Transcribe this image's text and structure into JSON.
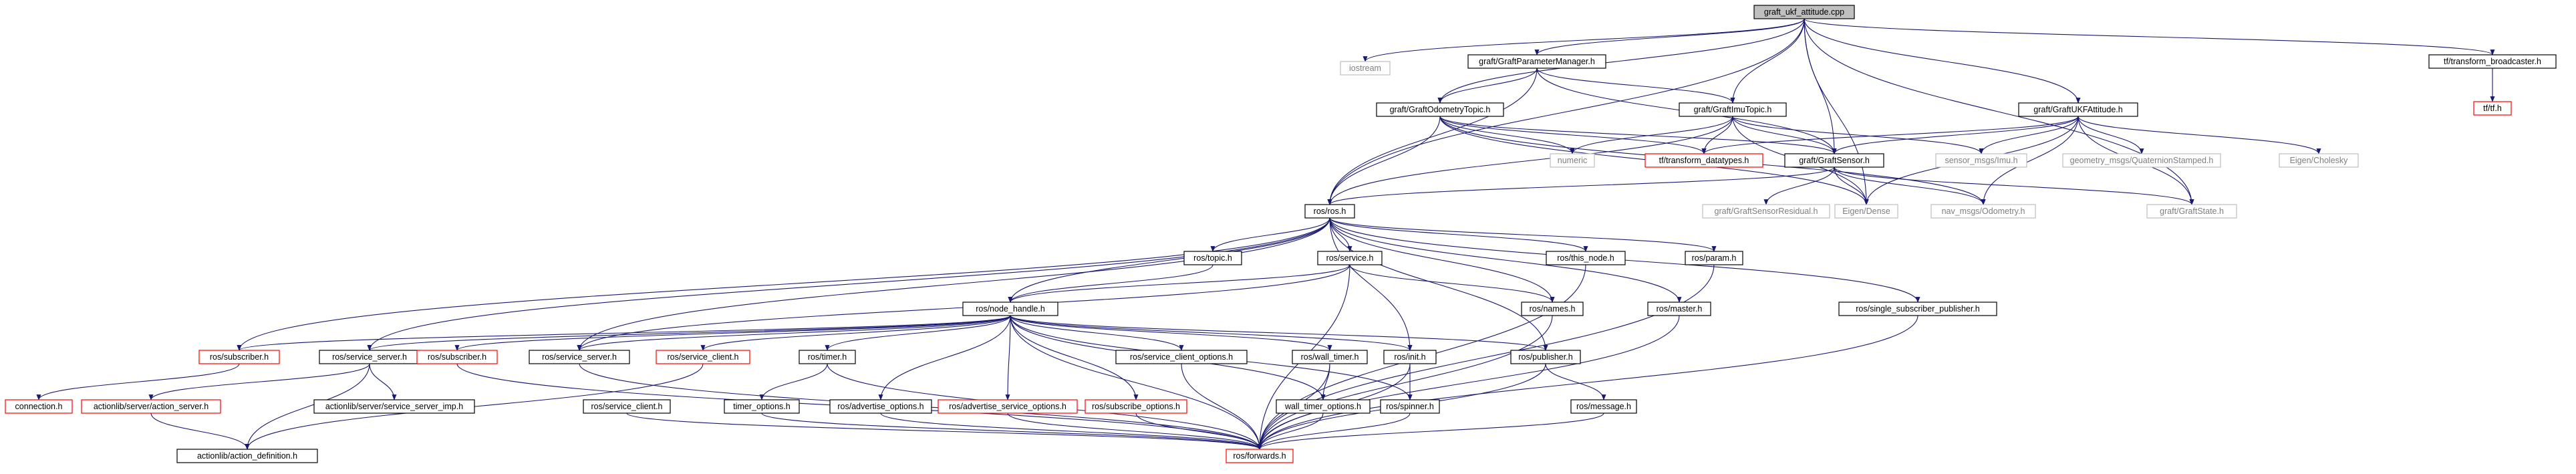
{
  "colors": {
    "edge": "#191970",
    "normal_border": "#000000",
    "missing_border": "#ff0000",
    "external_border": "#bfbfbf",
    "root_fill": "#bfbfbf",
    "external_text": "#7f7f7f",
    "text": "#000000"
  },
  "nodes": [
    {
      "id": "n_root",
      "label": "graft_ukf_attitude.cpp",
      "kind": "root"
    },
    {
      "id": "n_iostream",
      "label": "iostream",
      "kind": "external"
    },
    {
      "id": "n_pm",
      "label": "graft/GraftParameterManager.h",
      "kind": "normal"
    },
    {
      "id": "n_tfbc",
      "label": "tf/transform_broadcaster.h",
      "kind": "normal"
    },
    {
      "id": "n_tfh",
      "label": "tf/tf.h",
      "kind": "missing"
    },
    {
      "id": "n_odomtopic",
      "label": "graft/GraftOdometryTopic.h",
      "kind": "normal"
    },
    {
      "id": "n_imutopic",
      "label": "graft/GraftImuTopic.h",
      "kind": "normal"
    },
    {
      "id": "n_ukfatt",
      "label": "graft/GraftUKFAttitude.h",
      "kind": "normal"
    },
    {
      "id": "n_numeric",
      "label": "numeric",
      "kind": "external"
    },
    {
      "id": "n_tfdt",
      "label": "tf/transform_datatypes.h",
      "kind": "missing"
    },
    {
      "id": "n_sensor",
      "label": "graft/GraftSensor.h",
      "kind": "normal"
    },
    {
      "id": "n_imu",
      "label": "sensor_msgs/Imu.h",
      "kind": "external"
    },
    {
      "id": "n_quat",
      "label": "geometry_msgs/QuaternionStamped.h",
      "kind": "external"
    },
    {
      "id": "n_chol",
      "label": "Eigen/Cholesky",
      "kind": "external"
    },
    {
      "id": "n_rosh",
      "label": "ros/ros.h",
      "kind": "normal"
    },
    {
      "id": "n_residual",
      "label": "graft/GraftSensorResidual.h",
      "kind": "external"
    },
    {
      "id": "n_eigdense",
      "label": "Eigen/Dense",
      "kind": "external"
    },
    {
      "id": "n_odom",
      "label": "nav_msgs/Odometry.h",
      "kind": "external"
    },
    {
      "id": "n_state",
      "label": "graft/GraftState.h",
      "kind": "external"
    },
    {
      "id": "n_topic",
      "label": "ros/topic.h",
      "kind": "normal"
    },
    {
      "id": "n_service",
      "label": "ros/service.h",
      "kind": "normal"
    },
    {
      "id": "n_thisnode",
      "label": "ros/this_node.h",
      "kind": "normal"
    },
    {
      "id": "n_param",
      "label": "ros/param.h",
      "kind": "normal"
    },
    {
      "id": "n_nodehandle",
      "label": "ros/node_handle.h",
      "kind": "normal"
    },
    {
      "id": "n_names",
      "label": "ros/names.h",
      "kind": "normal"
    },
    {
      "id": "n_master",
      "label": "ros/master.h",
      "kind": "normal"
    },
    {
      "id": "n_ssp",
      "label": "ros/single_subscriber_publisher.h",
      "kind": "normal"
    },
    {
      "id": "n_sub1",
      "label": "ros/subscriber.h",
      "kind": "missing"
    },
    {
      "id": "n_srvsrv1",
      "label": "ros/service_server.h",
      "kind": "normal"
    },
    {
      "id": "n_sub2",
      "label": "ros/subscriber.h",
      "kind": "missing"
    },
    {
      "id": "n_srvsrv2",
      "label": "ros/service_server.h",
      "kind": "normal"
    },
    {
      "id": "n_srvcli1",
      "label": "ros/service_client.h",
      "kind": "missing"
    },
    {
      "id": "n_timer",
      "label": "ros/timer.h",
      "kind": "normal"
    },
    {
      "id": "n_sco",
      "label": "ros/service_client_options.h",
      "kind": "normal"
    },
    {
      "id": "n_walltimer",
      "label": "ros/wall_timer.h",
      "kind": "normal"
    },
    {
      "id": "n_init",
      "label": "ros/init.h",
      "kind": "normal"
    },
    {
      "id": "n_publisher",
      "label": "ros/publisher.h",
      "kind": "normal"
    },
    {
      "id": "n_connection",
      "label": "connection.h",
      "kind": "missing"
    },
    {
      "id": "n_alas",
      "label": "actionlib/server/action_server.h",
      "kind": "missing"
    },
    {
      "id": "n_alssimp",
      "label": "actionlib/server/service_server_imp.h",
      "kind": "normal"
    },
    {
      "id": "n_srvcli2",
      "label": "ros/service_client.h",
      "kind": "normal"
    },
    {
      "id": "n_timeropt",
      "label": "timer_options.h",
      "kind": "normal"
    },
    {
      "id": "n_advopt",
      "label": "ros/advertise_options.h",
      "kind": "normal"
    },
    {
      "id": "n_advsrvopt",
      "label": "ros/advertise_service_options.h",
      "kind": "missing"
    },
    {
      "id": "n_subopt",
      "label": "ros/subscribe_options.h",
      "kind": "missing"
    },
    {
      "id": "n_wtopt",
      "label": "wall_timer_options.h",
      "kind": "normal"
    },
    {
      "id": "n_spinner",
      "label": "ros/spinner.h",
      "kind": "normal"
    },
    {
      "id": "n_message",
      "label": "ros/message.h",
      "kind": "normal"
    },
    {
      "id": "n_aldef",
      "label": "actionlib/action_definition.h",
      "kind": "normal"
    },
    {
      "id": "n_forwards",
      "label": "ros/forwards.h",
      "kind": "missing"
    }
  ],
  "edges": [
    [
      "n_root",
      "n_iostream"
    ],
    [
      "n_root",
      "n_pm"
    ],
    [
      "n_root",
      "n_tfbc"
    ],
    [
      "n_root",
      "n_odomtopic"
    ],
    [
      "n_root",
      "n_imutopic"
    ],
    [
      "n_root",
      "n_ukfatt"
    ],
    [
      "n_root",
      "n_rosh"
    ],
    [
      "n_root",
      "n_sensor"
    ],
    [
      "n_root",
      "n_eigdense"
    ],
    [
      "n_root",
      "n_state"
    ],
    [
      "n_tfbc",
      "n_tfh"
    ],
    [
      "n_pm",
      "n_rosh"
    ],
    [
      "n_pm",
      "n_odomtopic"
    ],
    [
      "n_pm",
      "n_imutopic"
    ],
    [
      "n_pm",
      "n_sensor"
    ],
    [
      "n_odomtopic",
      "n_rosh"
    ],
    [
      "n_odomtopic",
      "n_numeric"
    ],
    [
      "n_odomtopic",
      "n_tfdt"
    ],
    [
      "n_odomtopic",
      "n_sensor"
    ],
    [
      "n_odomtopic",
      "n_eigdense"
    ],
    [
      "n_odomtopic",
      "n_odom"
    ],
    [
      "n_imutopic",
      "n_rosh"
    ],
    [
      "n_imutopic",
      "n_numeric"
    ],
    [
      "n_imutopic",
      "n_tfdt"
    ],
    [
      "n_imutopic",
      "n_sensor"
    ],
    [
      "n_imutopic",
      "n_imu"
    ],
    [
      "n_imutopic",
      "n_eigdense"
    ],
    [
      "n_ukfatt",
      "n_sensor"
    ],
    [
      "n_ukfatt",
      "n_tfdt"
    ],
    [
      "n_ukfatt",
      "n_imu"
    ],
    [
      "n_ukfatt",
      "n_quat"
    ],
    [
      "n_ukfatt",
      "n_chol"
    ],
    [
      "n_ukfatt",
      "n_state"
    ],
    [
      "n_ukfatt",
      "n_eigdense"
    ],
    [
      "n_ukfatt",
      "n_odom"
    ],
    [
      "n_sensor",
      "n_rosh"
    ],
    [
      "n_sensor",
      "n_residual"
    ],
    [
      "n_sensor",
      "n_eigdense"
    ],
    [
      "n_sensor",
      "n_odom"
    ],
    [
      "n_sensor",
      "n_state"
    ],
    [
      "n_rosh",
      "n_topic"
    ],
    [
      "n_rosh",
      "n_service"
    ],
    [
      "n_rosh",
      "n_thisnode"
    ],
    [
      "n_rosh",
      "n_param"
    ],
    [
      "n_rosh",
      "n_nodehandle"
    ],
    [
      "n_rosh",
      "n_names"
    ],
    [
      "n_rosh",
      "n_master"
    ],
    [
      "n_rosh",
      "n_ssp"
    ],
    [
      "n_rosh",
      "n_sub1"
    ],
    [
      "n_rosh",
      "n_srvsrv1"
    ],
    [
      "n_rosh",
      "n_srvsrv2"
    ],
    [
      "n_rosh",
      "n_init"
    ],
    [
      "n_rosh",
      "n_publisher"
    ],
    [
      "n_topic",
      "n_nodehandle"
    ],
    [
      "n_service",
      "n_nodehandle"
    ],
    [
      "n_service",
      "n_names"
    ],
    [
      "n_service",
      "n_forwards"
    ],
    [
      "n_service",
      "n_srvsrv2"
    ],
    [
      "n_thisnode",
      "n_forwards"
    ],
    [
      "n_param",
      "n_forwards"
    ],
    [
      "n_master",
      "n_forwards"
    ],
    [
      "n_ssp",
      "n_forwards"
    ],
    [
      "n_names",
      "n_forwards"
    ],
    [
      "n_nodehandle",
      "n_sub1"
    ],
    [
      "n_nodehandle",
      "n_srvsrv1"
    ],
    [
      "n_nodehandle",
      "n_sub2"
    ],
    [
      "n_nodehandle",
      "n_srvsrv2"
    ],
    [
      "n_nodehandle",
      "n_srvcli1"
    ],
    [
      "n_nodehandle",
      "n_timer"
    ],
    [
      "n_nodehandle",
      "n_sco"
    ],
    [
      "n_nodehandle",
      "n_walltimer"
    ],
    [
      "n_nodehandle",
      "n_init"
    ],
    [
      "n_nodehandle",
      "n_publisher"
    ],
    [
      "n_nodehandle",
      "n_advopt"
    ],
    [
      "n_nodehandle",
      "n_advsrvopt"
    ],
    [
      "n_nodehandle",
      "n_subopt"
    ],
    [
      "n_nodehandle",
      "n_spinner"
    ],
    [
      "n_nodehandle",
      "n_forwards"
    ],
    [
      "n_nodehandle",
      "n_wtopt"
    ],
    [
      "n_sub1",
      "n_connection"
    ],
    [
      "n_srvsrv1",
      "n_alas"
    ],
    [
      "n_srvsrv1",
      "n_alssimp"
    ],
    [
      "n_srvsrv1",
      "n_aldef"
    ],
    [
      "n_alas",
      "n_aldef"
    ],
    [
      "n_sub2",
      "n_forwards"
    ],
    [
      "n_srvsrv2",
      "n_forwards"
    ],
    [
      "n_srvcli1",
      "n_aldef"
    ],
    [
      "n_timer",
      "n_timeropt"
    ],
    [
      "n_timer",
      "n_forwards"
    ],
    [
      "n_sco",
      "n_forwards"
    ],
    [
      "n_walltimer",
      "n_wtopt"
    ],
    [
      "n_walltimer",
      "n_forwards"
    ],
    [
      "n_init",
      "n_spinner"
    ],
    [
      "n_init",
      "n_forwards"
    ],
    [
      "n_publisher",
      "n_message"
    ],
    [
      "n_publisher",
      "n_forwards"
    ],
    [
      "n_srvcli2",
      "n_forwards"
    ],
    [
      "n_timeropt",
      "n_forwards"
    ],
    [
      "n_advopt",
      "n_forwards"
    ],
    [
      "n_advsrvopt",
      "n_forwards"
    ],
    [
      "n_subopt",
      "n_forwards"
    ],
    [
      "n_wtopt",
      "n_forwards"
    ],
    [
      "n_spinner",
      "n_forwards"
    ],
    [
      "n_message",
      "n_forwards"
    ]
  ]
}
